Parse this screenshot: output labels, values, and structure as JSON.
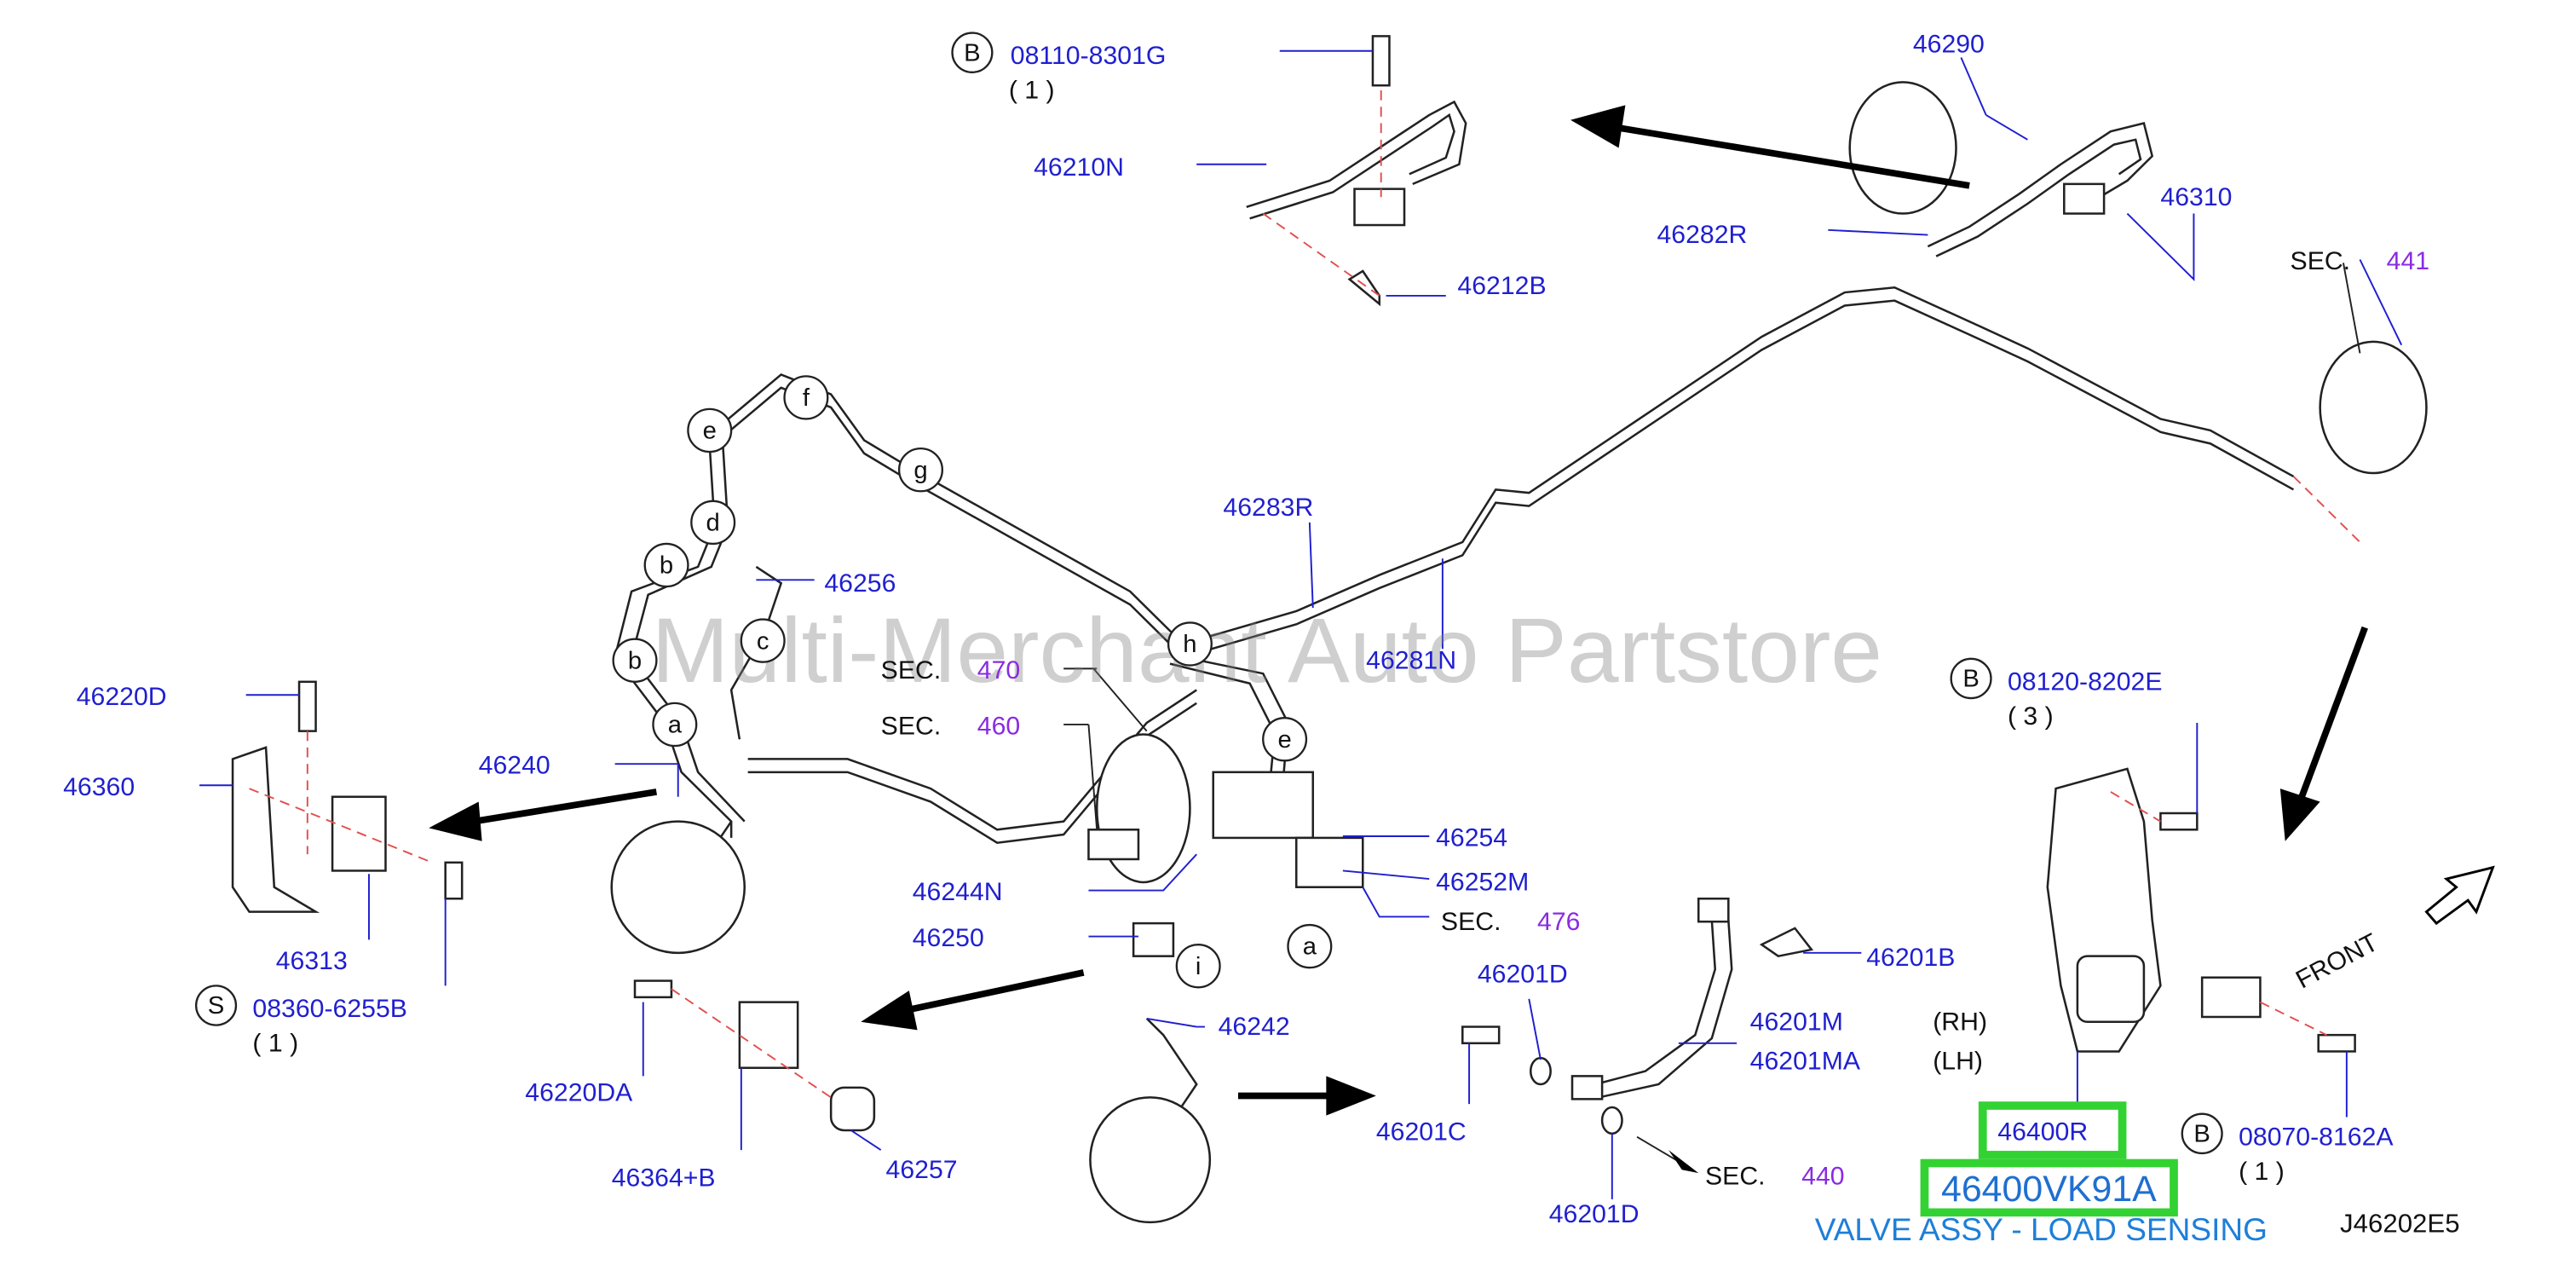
{
  "diagram": {
    "watermark": "Multi-Merchant Auto Partstore",
    "reference_code": "J46202E5",
    "front_label": "FRONT",
    "highlight": {
      "part_number": "46400R",
      "full_part_number": "46400VK91A",
      "description": "VALVE ASSY - LOAD SENSING"
    },
    "parts": {
      "p46290": "46290",
      "p46310": "46310",
      "p46282R": "46282R",
      "p46210N": "46210N",
      "p46212B": "46212B",
      "p46283R": "46283R",
      "p46281N": "46281N",
      "p46256": "46256",
      "p46220D": "46220D",
      "p46360": "46360",
      "p46240": "46240",
      "p46313": "46313",
      "p46254": "46254",
      "p46252M": "46252M",
      "p46244N": "46244N",
      "p46250": "46250",
      "p46242": "46242",
      "p46220DA": "46220DA",
      "p46364B": "46364+B",
      "p46257": "46257",
      "p46201D_top": "46201D",
      "p46201C": "46201C",
      "p46201D_bot": "46201D",
      "p46201B": "46201B",
      "p46201M": "46201M",
      "p46201MA": "46201MA"
    },
    "side_labels": {
      "rh": "(RH)",
      "lh": "(LH)"
    },
    "sections": {
      "sec_prefix": "SEC.",
      "s441": "441",
      "s470": "470",
      "s460": "460",
      "s476": "476",
      "s440": "440"
    },
    "bolts": {
      "b1": {
        "letter": "B",
        "number": "08110-8301G",
        "qty": "( 1 )"
      },
      "b2": {
        "letter": "B",
        "number": "08120-8202E",
        "qty": "( 3 )"
      },
      "b3": {
        "letter": "B",
        "number": "08070-8162A",
        "qty": "( 1 )"
      },
      "s1": {
        "letter": "S",
        "number": "08360-6255B",
        "qty": "( 1 )"
      }
    },
    "callouts": {
      "c_e1": "e",
      "c_f": "f",
      "c_g": "g",
      "c_d": "d",
      "c_b1": "b",
      "c_c": "c",
      "c_b2": "b",
      "c_a1": "a",
      "c_h": "h",
      "c_e2": "e",
      "c_a2": "a",
      "c_i": "i"
    }
  }
}
